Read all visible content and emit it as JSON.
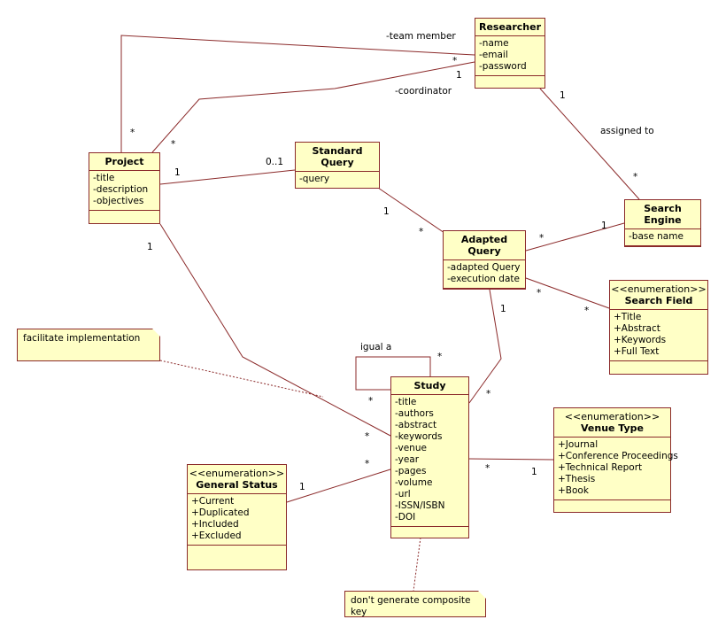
{
  "classes": {
    "researcher": {
      "name": "Researcher",
      "attrs": [
        "-name",
        "-email",
        "-password"
      ]
    },
    "project": {
      "name": "Project",
      "attrs": [
        "-title",
        "-description",
        "-objectives"
      ]
    },
    "standard_query": {
      "name": "Standard Query",
      "attrs": [
        "-query"
      ]
    },
    "adapted_query": {
      "name": "Adapted Query",
      "attrs": [
        "-adapted Query",
        "-execution date"
      ]
    },
    "search_engine": {
      "name": "Search Engine",
      "attrs": [
        "-base name"
      ]
    },
    "search_field": {
      "stereotype": "<<enumeration>>",
      "name": "Search Field",
      "attrs": [
        "+Title",
        "+Abstract",
        "+Keywords",
        "+Full Text"
      ]
    },
    "study": {
      "name": "Study",
      "attrs": [
        "-title",
        "-authors",
        "-abstract",
        "-keywords",
        "-venue",
        "-year",
        "-pages",
        "-volume",
        "-url",
        "-ISSN/ISBN",
        "-DOI"
      ]
    },
    "venue_type": {
      "stereotype": "<<enumeration>>",
      "name": "Venue Type",
      "attrs": [
        "+Journal",
        "+Conference Proceedings",
        "+Technical Report",
        "+Thesis",
        "+Book"
      ]
    },
    "general_status": {
      "stereotype": "<<enumeration>>",
      "name": "General Status",
      "attrs": [
        "+Current",
        "+Duplicated",
        "+Included",
        "+Excluded"
      ]
    }
  },
  "notes": {
    "facilitate": "facilitate implementation",
    "composite": "don't generate composite key"
  },
  "labels": {
    "team_member": "-team member",
    "coordinator": "-coordinator",
    "assigned_to": "assigned to",
    "igual_a": "igual a",
    "m_team_res": "*",
    "m_coord_res": "1",
    "m_team_proj": "*",
    "m_coord_proj": "*",
    "m_res_se": "1",
    "m_se_res": "*",
    "m_proj_sq": "1",
    "m_sq_proj": "0..1",
    "m_sq_aq": "1",
    "m_aq_sq": "*",
    "m_aq_se": "*",
    "m_se_aq": "1",
    "m_aq_sf": "*",
    "m_sf_aq": "*",
    "m_aq_study": "1",
    "m_study_aq": "*",
    "m_proj_study": "1",
    "m_study_proj": "*",
    "m_self_top": "*",
    "m_self_left": "*",
    "m_study_vt": "*",
    "m_vt_study": "1",
    "m_study_gs": "*",
    "m_gs_study": "1"
  },
  "colors": {
    "fill": "#ffffc6",
    "border": "#8b2a2a",
    "line": "#8b2a2a"
  }
}
